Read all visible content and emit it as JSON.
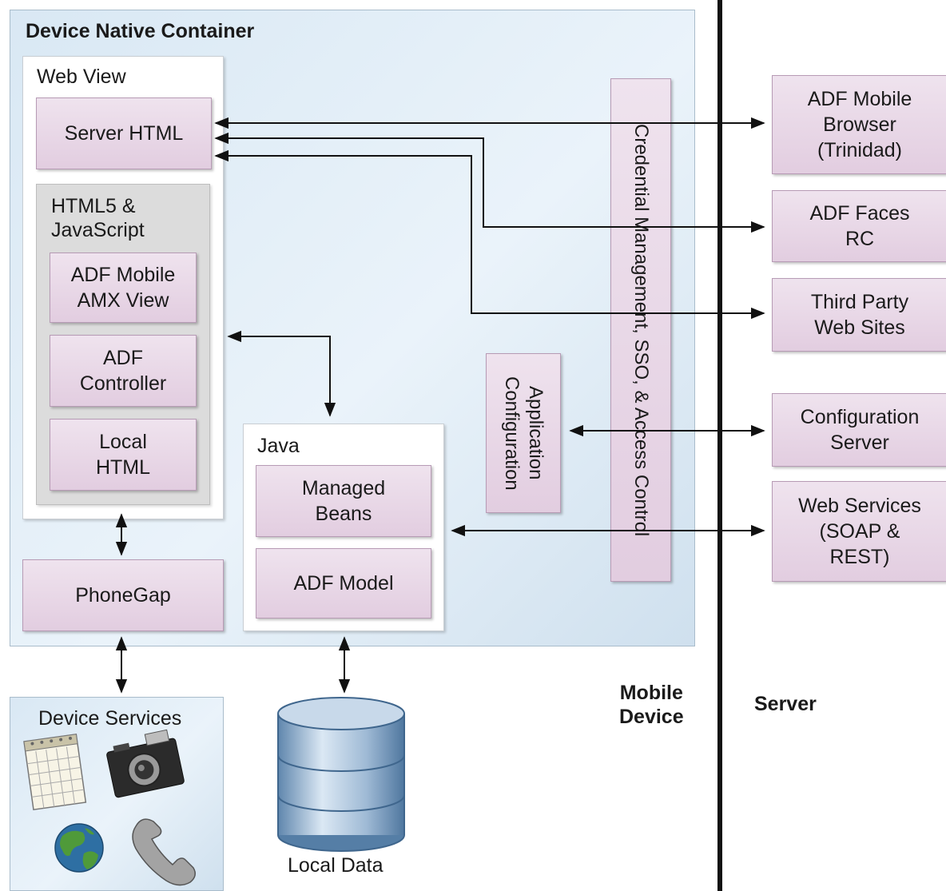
{
  "container": {
    "title": "Device Native Container"
  },
  "webview": {
    "title": "Web View",
    "server_html": "Server HTML",
    "html5_title": "HTML5 &\nJavaScript",
    "amx_view": "ADF Mobile\nAMX View",
    "controller": "ADF\nController",
    "local_html": "Local\nHTML"
  },
  "java": {
    "title": "Java",
    "managed_beans": "Managed\nBeans",
    "adf_model": "ADF Model"
  },
  "phonegap": "PhoneGap",
  "app_config": "Application\nConfiguration",
  "credential": "Credential Management, SSO, & Access Control",
  "server_boxes": {
    "adf_mobile_browser": "ADF Mobile\nBrowser\n(Trinidad)",
    "adf_faces": "ADF Faces\nRC",
    "third_party": "Third Party\nWeb Sites",
    "config_server": "Configuration\nServer",
    "web_services": "Web Services\n(SOAP &\nREST)"
  },
  "device_services": "Device Services",
  "local_data": "Local Data",
  "labels": {
    "mobile_device": "Mobile\nDevice",
    "server": "Server"
  },
  "colors": {
    "container_bg": "#dfeaf4",
    "box_purple": "#e6d4e4",
    "divider": "#111111"
  }
}
